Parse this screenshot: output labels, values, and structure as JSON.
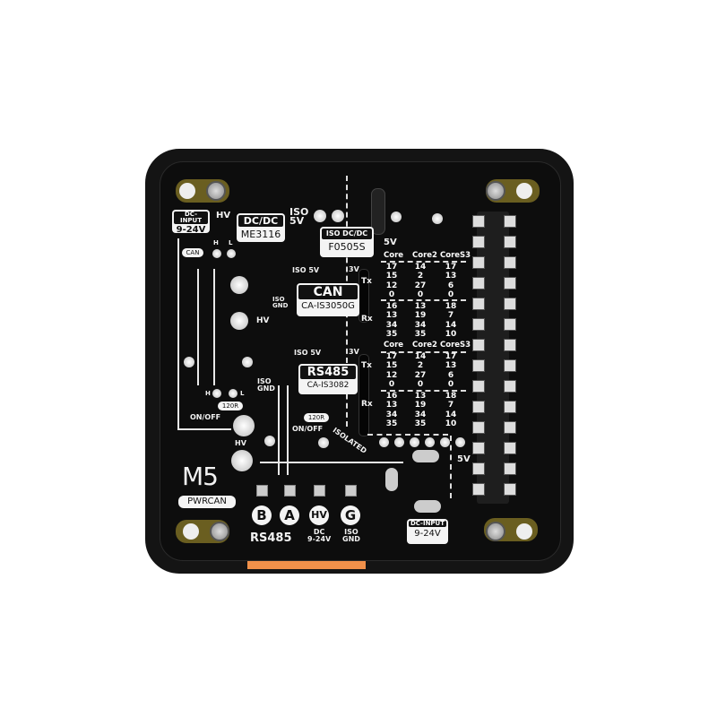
{
  "product": "PWRCAN",
  "brand": "M5",
  "labels": {
    "dc_input_top": {
      "title": "DC-INPUT",
      "value": "9-24V"
    },
    "hv_arrow": "HV",
    "dcdc": {
      "title": "DC/DC",
      "chip": "ME3116"
    },
    "iso_5v": "ISO\n5V",
    "iso_dcdc": {
      "title": "ISO DC/DC",
      "chip": "F0505S"
    },
    "five_v": "5V",
    "can_tag": "CAN",
    "h": "H",
    "l": "L",
    "can_chip": {
      "title": "CAN",
      "chip": "CA-IS3050G",
      "iso5v": "ISO 5V",
      "v3": "3V",
      "tx": "Tx",
      "rx": "Rx"
    },
    "iso_gnd": "ISO\nGND",
    "hv": "HV",
    "rs485_chip": {
      "title": "RS485",
      "chip": "CA-IS3082",
      "iso5v": "ISO 5V",
      "v3": "3V",
      "tx": "Tx",
      "rx": "Rx"
    },
    "r120": "120R",
    "onoff": "ON/OFF",
    "isolated": "ISOLATED",
    "terminals": [
      {
        "letter": "B"
      },
      {
        "letter": "A"
      },
      {
        "letter": "HV"
      },
      {
        "letter": "G"
      }
    ],
    "rs485": "RS485",
    "dc_range": "DC\n9-24V",
    "iso_gnd_bottom": "ISO\nGND",
    "dc_input_bottom": {
      "title": "DC-INPUT",
      "value": "9-24V"
    },
    "five_v_bottom": "5V"
  },
  "pin_tables": [
    {
      "headers": [
        "Core",
        "Core2",
        "CoreS3"
      ],
      "top": [
        [
          "17",
          "14",
          "17"
        ],
        [
          "15",
          "2",
          "13"
        ],
        [
          "12",
          "27",
          "6"
        ],
        [
          "0",
          "0",
          "0"
        ]
      ],
      "bottom": [
        [
          "16",
          "13",
          "18"
        ],
        [
          "13",
          "19",
          "7"
        ],
        [
          "34",
          "34",
          "14"
        ],
        [
          "35",
          "35",
          "10"
        ]
      ]
    },
    {
      "headers": [
        "Core",
        "Core2",
        "CoreS3"
      ],
      "top": [
        [
          "17",
          "14",
          "17"
        ],
        [
          "15",
          "2",
          "13"
        ],
        [
          "12",
          "27",
          "6"
        ],
        [
          "0",
          "0",
          "0"
        ]
      ],
      "bottom": [
        [
          "16",
          "13",
          "18"
        ],
        [
          "13",
          "19",
          "7"
        ],
        [
          "34",
          "34",
          "14"
        ],
        [
          "35",
          "35",
          "10"
        ]
      ]
    }
  ],
  "colors": {
    "pcb": "#0d0d0d",
    "silkscreen": "#f2f2f2",
    "terminal": "#f0904a"
  }
}
